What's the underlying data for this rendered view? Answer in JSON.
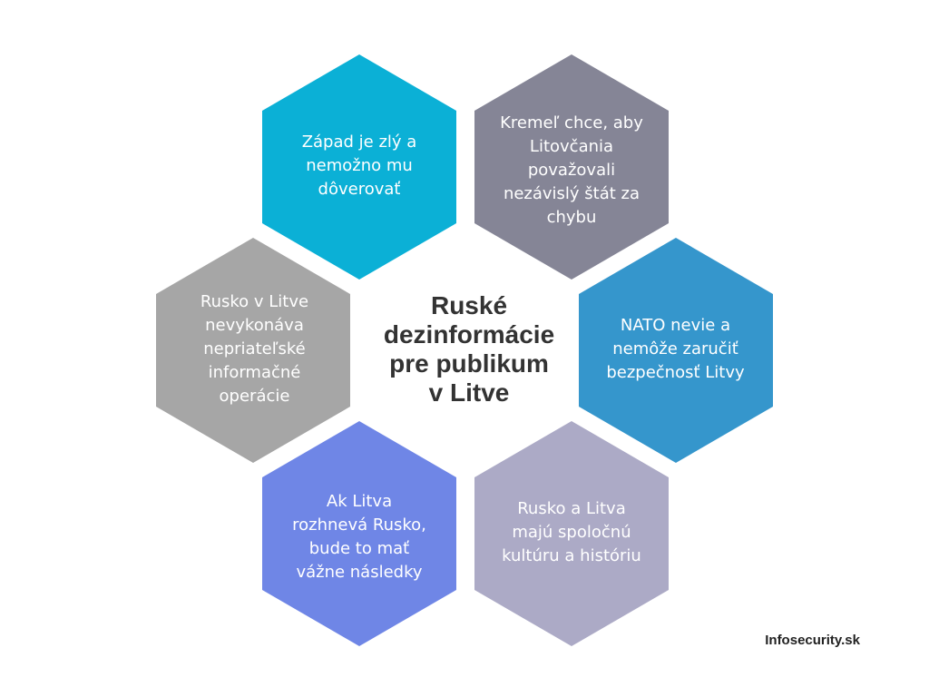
{
  "title": "Ruské\ndezinformácie\npre publikum\nv Litve",
  "brand": "Infosecurity.sk",
  "hexagons": [
    {
      "label": "Západ je zlý a\nnemožno mu\ndôverovať",
      "color": "#0bb0d6"
    },
    {
      "label": "Kremeľ chce, aby\nLitovčania\npovažovali\nnezávislý štát za\nchybu",
      "color": "#858596"
    },
    {
      "label": "NATO nevie a\nnemôže zaručiť\nbezpečnosť Litvy",
      "color": "#3596cc"
    },
    {
      "label": "Rusko a Litva\nmajú spoločnú\nkultúru a históriu",
      "color": "#acaac6"
    },
    {
      "label": "Ak Litva\nrozhnevá Rusko,\nbude to mať\nvážne následky",
      "color": "#6f86e6"
    },
    {
      "label": "Rusko v Litve\nnevykonáva\nnepriateľské\ninformačné\noperácie",
      "color": "#a6a6a6"
    }
  ]
}
